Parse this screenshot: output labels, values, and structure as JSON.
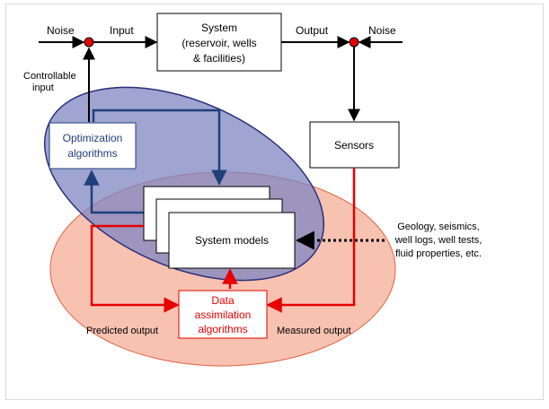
{
  "labels": {
    "noise_left": "Noise",
    "input": "Input",
    "output": "Output",
    "noise_right": "Noise",
    "controllable_input_1": "Controllable",
    "controllable_input_2": "input",
    "predicted_output": "Predicted output",
    "measured_output": "Measured output"
  },
  "boxes": {
    "system": {
      "line1": "System",
      "line2": "(reservoir, wells",
      "line3": "& facilities)"
    },
    "sensors": "Sensors",
    "optimization": {
      "line1": "Optimization",
      "line2": "algorithms"
    },
    "system_models": "System models",
    "data_assimilation": {
      "line1": "Data",
      "line2": "assimilation",
      "line3": "algorithms"
    }
  },
  "external_data": {
    "line1": "Geology, seismics,",
    "line2": "well logs, well tests,",
    "line3": "fluid properties, etc."
  },
  "colors": {
    "blue_loop": "#1f3f7a",
    "red_loop": "#e60000",
    "blue_ellipse_fill": "#8f95c9",
    "red_ellipse_fill": "#f7b7a3",
    "junction": "#e60000"
  }
}
